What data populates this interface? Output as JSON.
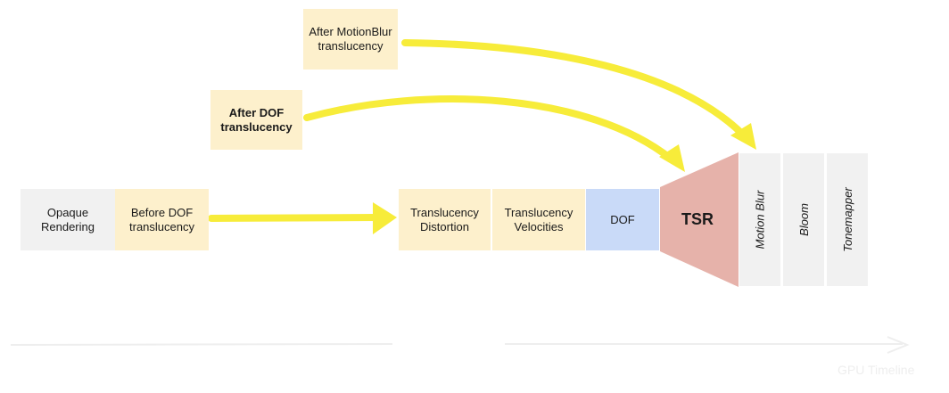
{
  "stages": {
    "opaque_rendering": "Opaque\nRendering",
    "before_dof_translucency": "Before DOF\ntranslucency",
    "translucency_distortion": "Translucency\nDistortion",
    "translucency_velocities": "Translucency\nVelocities",
    "dof": "DOF",
    "tsr": "TSR",
    "motion_blur": "Motion Blur",
    "bloom": "Bloom",
    "tonemapper": "Tonemapper"
  },
  "injections": {
    "after_dof_translucency": "After DOF\ntranslucency",
    "after_motionblur_translucency": "After MotionBlur\ntranslucency"
  },
  "timeline": {
    "label": "GPU Timeline"
  },
  "colors": {
    "arrow_yellow": "#f7ec3a",
    "cream_box": "#fdf0cc",
    "gray_box": "#f1f1f1",
    "dof_blue": "#c9daf8",
    "tsr_red": "#e6b2aa"
  }
}
